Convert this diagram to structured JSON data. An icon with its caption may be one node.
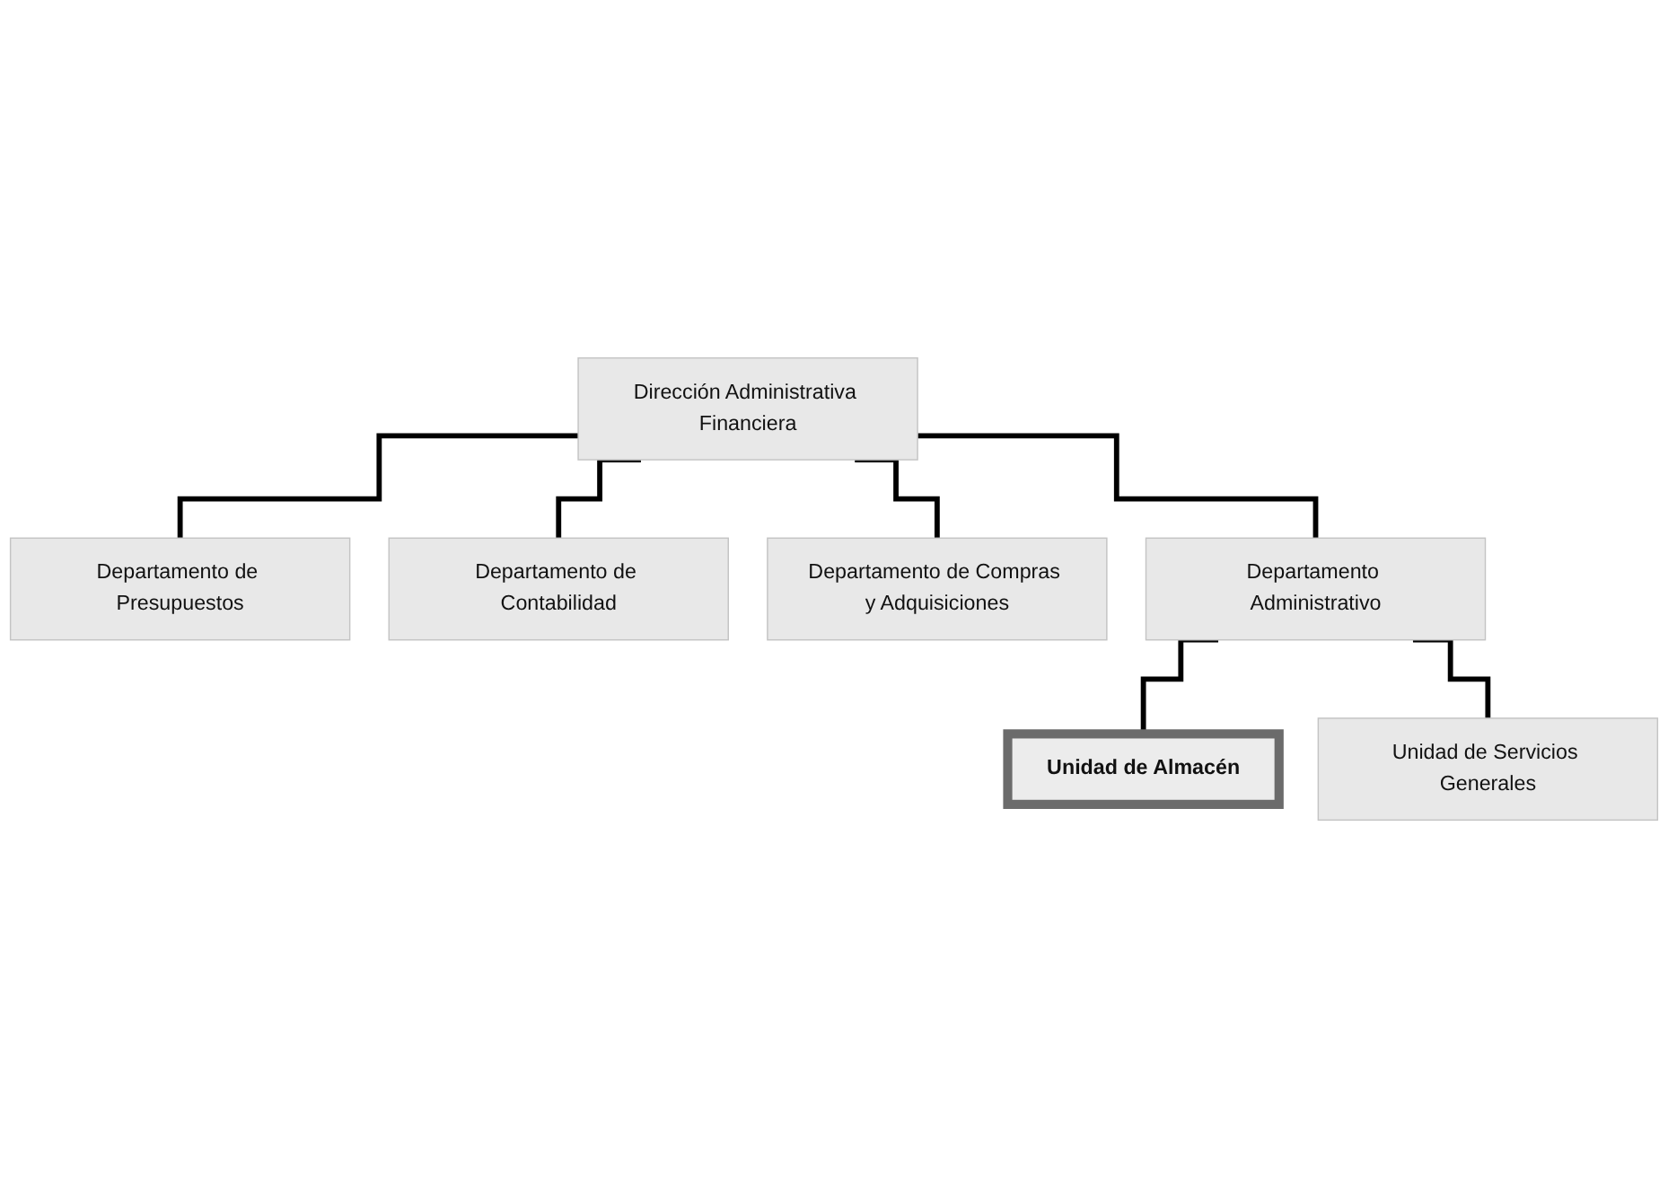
{
  "diagram": {
    "nodes": [
      {
        "text": [
          "Dirección Administrativa Financiera"
        ]
      },
      {
        "text": [
          "Departamento de Presupuestos"
        ]
      },
      {
        "text": [
          "Departamento de Contabilidad"
        ]
      },
      {
        "text": [
          "Departamento de Compras y Adquisiciones"
        ]
      },
      {
        "text": [
          "Departamento Administrativo"
        ]
      },
      {
        "text": [
          "Unidad de Almacén"
        ]
      },
      {
        "text": [
          "Unidad de Servicios Generales"
        ]
      }
    ],
    "edges": [
      {
        "from": 0,
        "to": 1,
        "arrow": "none"
      },
      {
        "from": 0,
        "to": 2,
        "arrow": "none"
      },
      {
        "from": 0,
        "to": 3,
        "arrow": "none"
      },
      {
        "from": 0,
        "to": 4,
        "arrow": "none"
      },
      {
        "from": 4,
        "to": 5,
        "arrow": "none"
      },
      {
        "from": 4,
        "to": 6,
        "arrow": "none"
      }
    ]
  }
}
